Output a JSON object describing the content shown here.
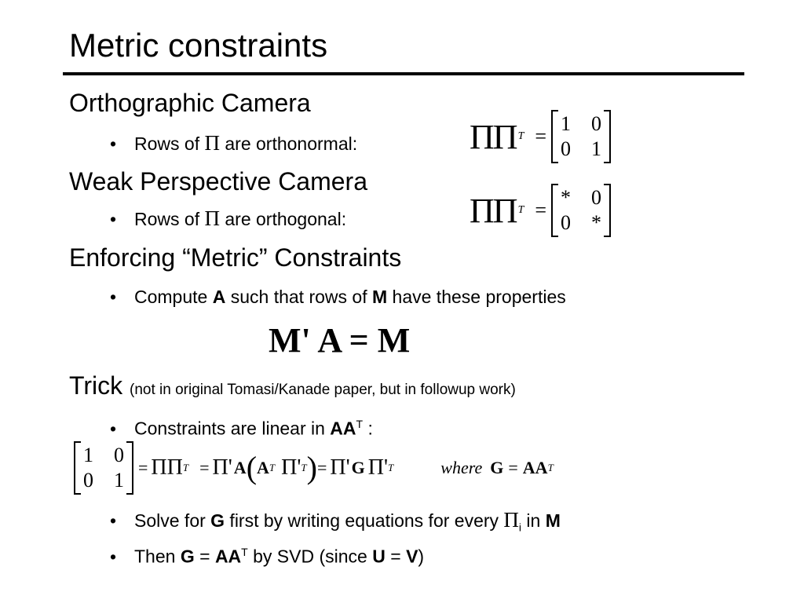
{
  "title": "Metric constraints",
  "sections": {
    "ortho": {
      "heading": "Orthographic Camera",
      "bullet_pre": "Rows of ",
      "pi": "Π",
      "bullet_post": " are orthonormal:"
    },
    "weak": {
      "heading": "Weak Perspective Camera",
      "bullet_pre": "Rows of ",
      "pi": "Π",
      "bullet_post": " are orthogonal:"
    },
    "enforce": {
      "heading": "Enforcing “Metric” Constraints",
      "bullet_pre": "Compute ",
      "A": "A",
      "bullet_mid": " such that rows of ",
      "M": "M",
      "bullet_post": " have these properties"
    },
    "trick": {
      "heading": "Trick",
      "note": "(not in original Tomasi/Kanade paper, but in followup work)",
      "bullet1_pre": "Constraints are linear in ",
      "bullet1_bold": "AA",
      "bullet1_sup": "T",
      "bullet1_post": " :",
      "bullet2_pre": "Solve for ",
      "bullet2_G": "G",
      "bullet2_mid": " first by writing equations for every ",
      "bullet2_pi": "Π",
      "bullet2_sub": "i",
      "bullet2_in": " in ",
      "bullet2_M": "M",
      "bullet3_pre": "Then ",
      "bullet3_G": "G",
      "bullet3_eq": " = ",
      "bullet3_AA": "AA",
      "bullet3_sup": "T",
      "bullet3_mid": " by SVD (since ",
      "bullet3_U": "U",
      "bullet3_eq2": " = ",
      "bullet3_V": "V",
      "bullet3_post": ")"
    }
  },
  "equations": {
    "pipi": "ΠΠ",
    "T": "T",
    "eq": "=",
    "identity": [
      "1",
      "0",
      "0",
      "1"
    ],
    "weak_matrix": [
      "*",
      "0",
      "0",
      "*"
    ],
    "main": "M' A = M",
    "chain": {
      "lhs": "ΠΠ",
      "p1": "Π'",
      "A": "A",
      "AT": "A",
      "pT": "Π'",
      "p2": "Π'",
      "G": "G",
      "pG": "Π'",
      "where": "where",
      "where_G": "G",
      "where_AA": "AA"
    }
  }
}
